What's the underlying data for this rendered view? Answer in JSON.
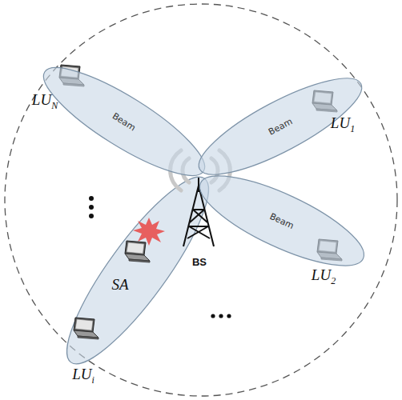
{
  "diagram": {
    "nodes": [
      {
        "text": [
          "Beam"
        ]
      },
      {
        "text": [
          "Beam"
        ]
      },
      {
        "text": [
          "Beam"
        ]
      }
    ],
    "labels": [
      "LUN",
      "LU1",
      "LU2",
      "SA",
      "LUi",
      "BS"
    ]
  }
}
